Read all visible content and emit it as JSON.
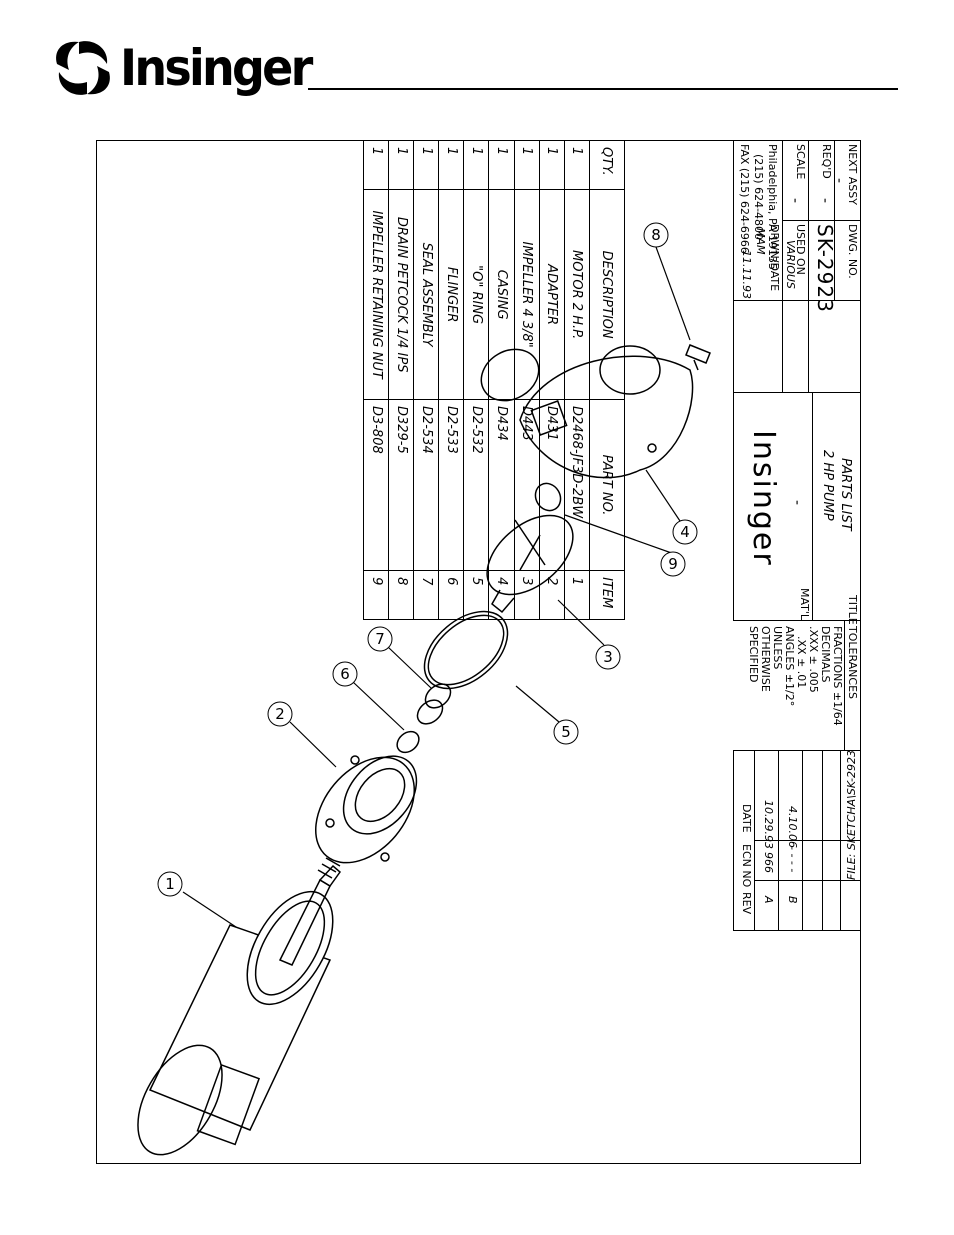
{
  "brand": {
    "name": "Insinger"
  },
  "parts_list": {
    "headers": {
      "item": "ITEM",
      "part_no": "PART NO.",
      "description": "DESCRIPTION",
      "qty": "QTY."
    },
    "rows": [
      {
        "item": "1",
        "part_no": "D2468-JF3D-2BW",
        "description": "MOTOR 2 H.P.",
        "qty": "1"
      },
      {
        "item": "2",
        "part_no": "D431",
        "description": "ADAPTER",
        "qty": "1"
      },
      {
        "item": "3",
        "part_no": "D443",
        "description": "IMPELLER 4 3/8\"",
        "qty": "1"
      },
      {
        "item": "4",
        "part_no": "D434",
        "description": "CASING",
        "qty": "1"
      },
      {
        "item": "5",
        "part_no": "D2-532",
        "description": "\"O\" RING",
        "qty": "1"
      },
      {
        "item": "6",
        "part_no": "D2-533",
        "description": "FLINGER",
        "qty": "1"
      },
      {
        "item": "7",
        "part_no": "D2-534",
        "description": "SEAL ASSEMBLY",
        "qty": "1"
      },
      {
        "item": "8",
        "part_no": "D329-5",
        "description": "DRAIN PETCOCK 1/4 IPS",
        "qty": "1"
      },
      {
        "item": "9",
        "part_no": "D3-808",
        "description": "IMPELLER RETAINING NUT",
        "qty": "1"
      }
    ]
  },
  "title_block": {
    "revisions": {
      "headers": {
        "rev": "REV",
        "ecn": "ECN NO",
        "date": "DATE"
      },
      "rows": [
        {
          "rev": "A",
          "ecn": "966",
          "date": "10.29.93"
        },
        {
          "rev": "B",
          "ecn": "- - - -",
          "date": "4.10.06"
        }
      ],
      "file": "FILE: SKETCHA\\SK-2923"
    },
    "tolerances": {
      "title": "TOLERANCES",
      "lines": [
        "FRACTIONS ±1/64",
        "DECIMALS",
        ".XXX  ±  .005",
        ".XX  ±  .01",
        "ANGLES ±1/2°",
        "UNLESS",
        "OTHERWISE",
        "SPECIFIED"
      ]
    },
    "title_label": "TITLE",
    "title_lines": [
      "PARTS LIST",
      "2 HP PUMP"
    ],
    "matl_label": "MAT'L",
    "matl_value": "-",
    "company": "Insinger",
    "address": [
      "Philadelphia,  PA 19135",
      "(215) 624-4800",
      "FAX (215) 624-6966"
    ],
    "next_assy_label": "NEXT ASSY",
    "next_assy_value": "-",
    "reqd_label": "REQ'D",
    "reqd_value": "-",
    "scale_label": "SCALE",
    "scale_value": "-",
    "dwg_no_label": "DWG. NO.",
    "dwg_no": "SK-2923",
    "used_on_label": "USED ON",
    "used_on_value": "VARIOUS",
    "drawn_label": "DRWN/DATE",
    "drawn_by": "MAM",
    "drawn_date": "11.11.93"
  },
  "balloons": [
    "1",
    "2",
    "3",
    "4",
    "5",
    "6",
    "7",
    "8",
    "9"
  ]
}
